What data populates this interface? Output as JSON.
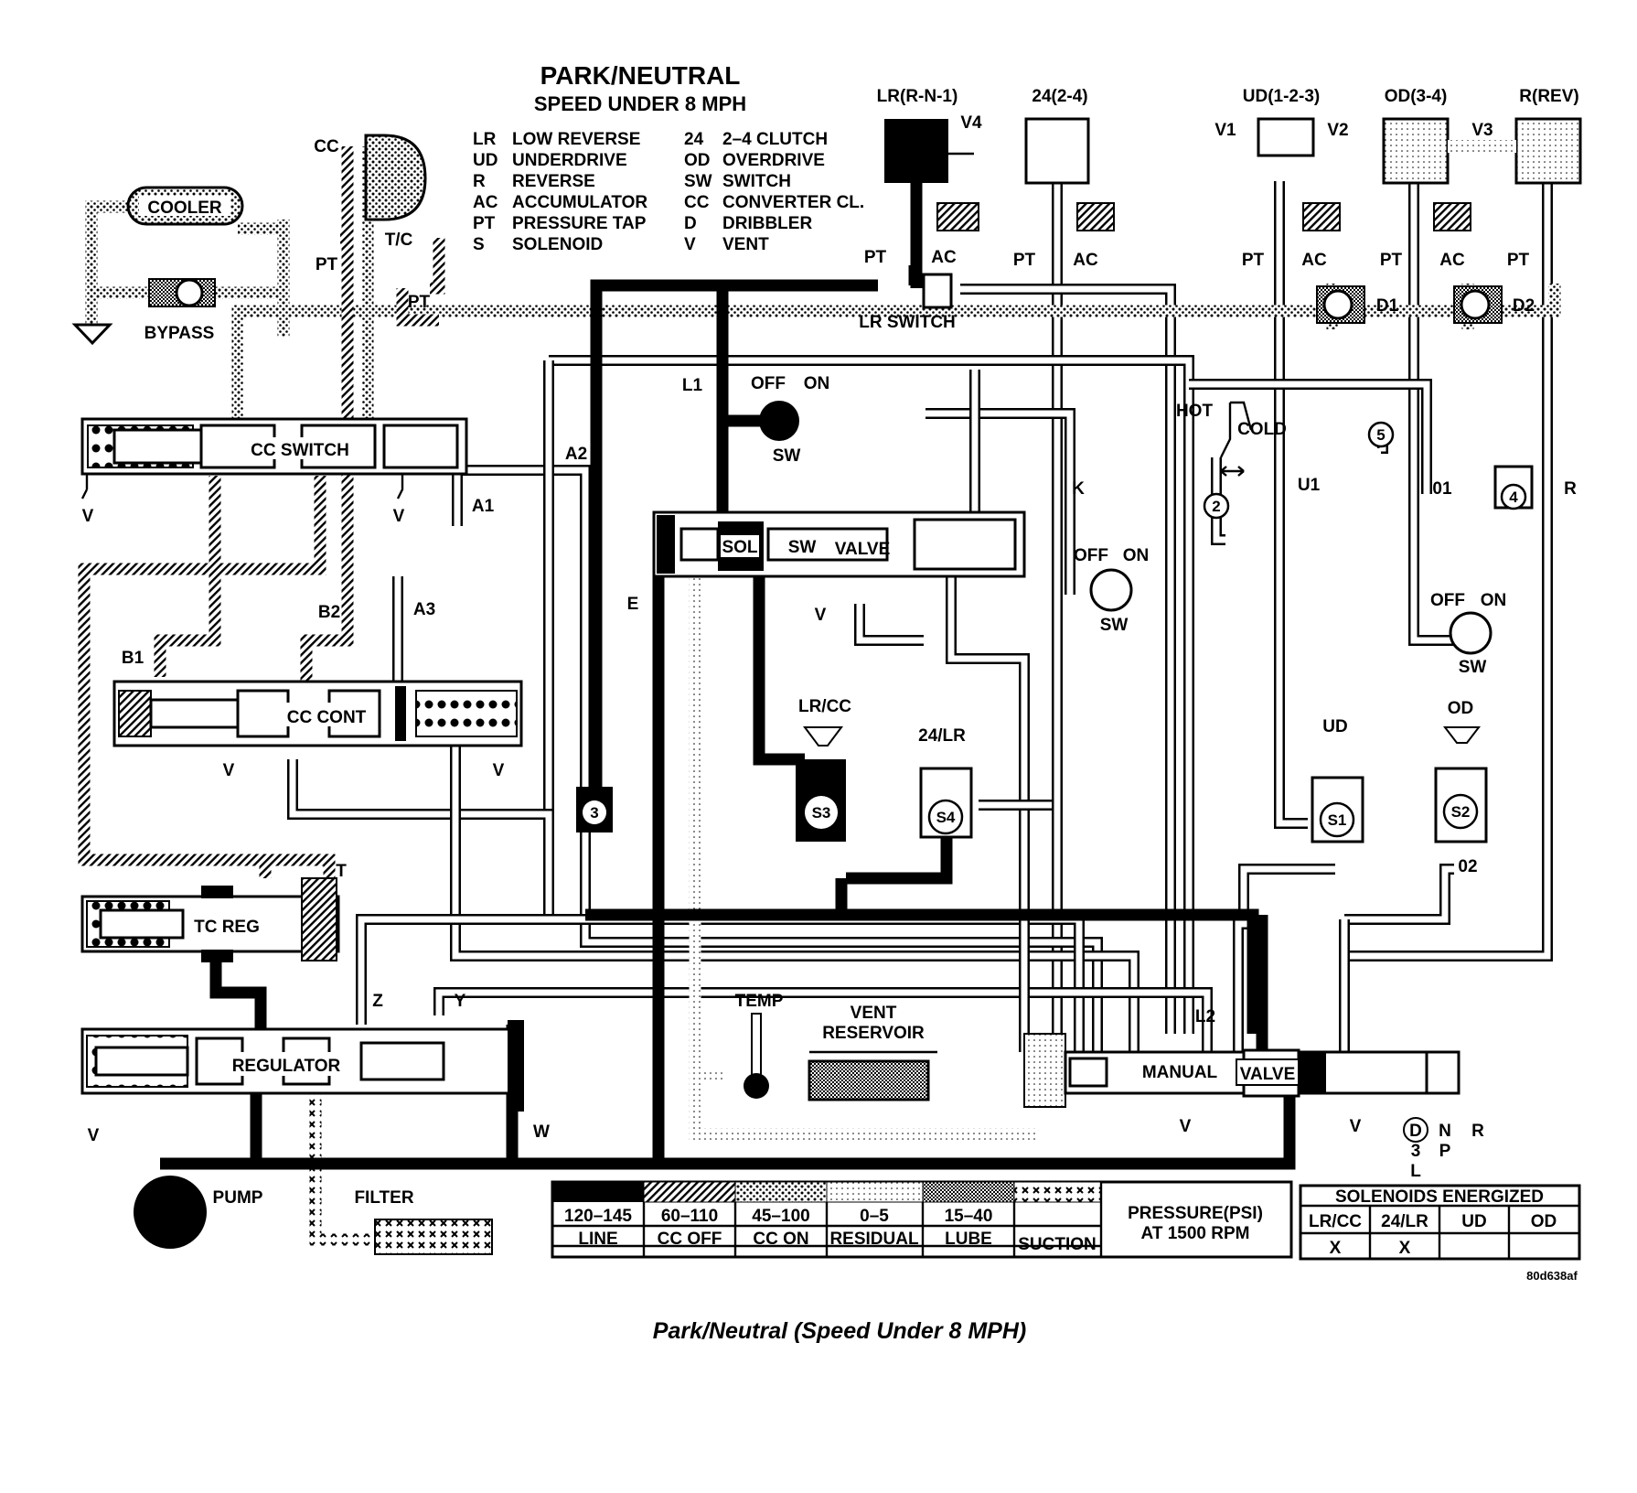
{
  "title": "PARK/NEUTRAL",
  "subtitle": "SPEED UNDER 8 MPH",
  "abbreviations": [
    {
      "key": "LR",
      "value": "LOW REVERSE"
    },
    {
      "key": "UD",
      "value": "UNDERDRIVE"
    },
    {
      "key": "R",
      "value": "REVERSE"
    },
    {
      "key": "AC",
      "value": "ACCUMULATOR"
    },
    {
      "key": "PT",
      "value": "PRESSURE TAP"
    },
    {
      "key": "S",
      "value": "SOLENOID"
    },
    {
      "key": "24",
      "value": "2–4 CLUTCH"
    },
    {
      "key": "OD",
      "value": "OVERDRIVE"
    },
    {
      "key": "SW",
      "value": "SWITCH"
    },
    {
      "key": "CC",
      "value": "CONVERTER CL."
    },
    {
      "key": "D",
      "value": "DRIBBLER"
    },
    {
      "key": "V",
      "value": "VENT"
    }
  ],
  "clutches": {
    "lr": "LR(R-N-1)",
    "c24": "24(2-4)",
    "ud": "UD(1-2-3)",
    "od": "OD(3-4)",
    "rev": "R(REV)"
  },
  "components": {
    "cooler": "COOLER",
    "bypass": "BYPASS",
    "tc": "T/C",
    "cc": "CC",
    "cc_switch": "CC SWITCH",
    "cc_cont": "CC CONT",
    "tc_reg": "TC REG",
    "regulator": "REGULATOR",
    "pump": "PUMP",
    "filter": "FILTER",
    "lr_switch": "LR SWITCH",
    "sol": "SOL",
    "sw": "SW",
    "valve": "VALVE",
    "manual": "MANUAL",
    "manual_valve": "VALVE",
    "temp": "TEMP",
    "vent_reservoir_1": "VENT",
    "vent_reservoir_2": "RESERVOIR",
    "hot": "HOT",
    "cold": "COLD"
  },
  "labels": {
    "v": "V",
    "pt": "PT",
    "ac": "AC",
    "off": "OFF",
    "on": "ON",
    "a1": "A1",
    "a2": "A2",
    "a3": "A3",
    "b1": "B1",
    "b2": "B2",
    "l1": "L1",
    "l2": "L2",
    "e": "E",
    "k": "K",
    "u1": "U1",
    "o1": "01",
    "o2": "02",
    "r": "R",
    "t": "T",
    "w": "W",
    "z": "Z",
    "y": "Y",
    "d1": "D1",
    "d2": "D2",
    "v1": "V1",
    "v2": "V2",
    "v3": "V3",
    "v4": "V4",
    "s1": "S1",
    "s2": "S2",
    "s3": "S3",
    "s4": "S4",
    "n2": "2",
    "n3": "3",
    "n4": "4",
    "n5": "5",
    "lrcc": "LR/CC",
    "lr24": "24/LR",
    "sub_l": "L",
    "sub_r": "R",
    "ud": "UD",
    "od": "OD",
    "gear_d": "D",
    "gear_n": "N",
    "gear_r": "R",
    "gear_3": "3",
    "gear_p": "P",
    "gear_l": "L"
  },
  "pressure_legend": {
    "title_1": "PRESSURE(PSI)",
    "title_2": "AT 1500 RPM",
    "items": [
      {
        "range": "120–145",
        "name": "LINE"
      },
      {
        "range": "60–110",
        "name": "CC OFF"
      },
      {
        "range": "45–100",
        "name": "CC ON"
      },
      {
        "range": "0–5",
        "name": "RESIDUAL"
      },
      {
        "range": "15–40",
        "name": "LUBE"
      },
      {
        "range": "",
        "name": "SUCTION"
      }
    ]
  },
  "solenoids_table": {
    "title": "SOLENOIDS ENERGIZED",
    "headers": [
      "LR/CC",
      "24/LR",
      "UD",
      "OD"
    ],
    "values": [
      "X",
      "X",
      "",
      ""
    ]
  },
  "figure_code": "80d638af",
  "caption": "Park/Neutral (Speed Under 8 MPH)"
}
